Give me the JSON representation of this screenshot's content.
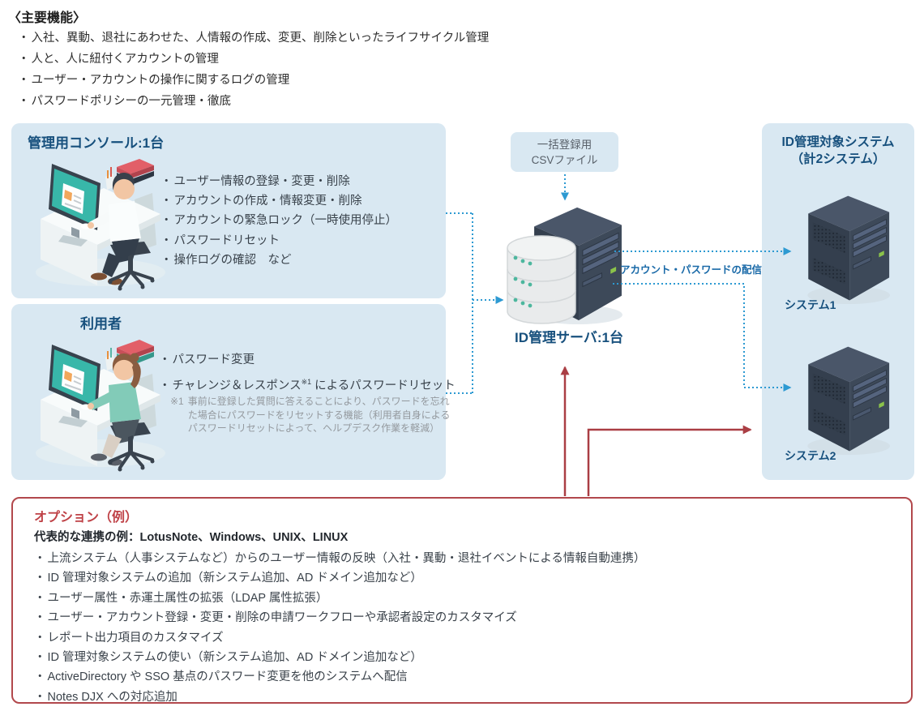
{
  "colors": {
    "panel_bg": "#d9e8f2",
    "navy": "#17507d",
    "arrow_blue": "#2d9ad2",
    "arrow_red": "#aa3e44",
    "option_title_red": "#bf4247",
    "option_border_red": "#b2484c",
    "distribution_label_blue": "#1a6aa8"
  },
  "header": {
    "title": "〈主要機能〉",
    "bullets": [
      "入社、異動、退社にあわせた、人情報の作成、変更、削除といったライフサイクル管理",
      "人と、人に紐付くアカウントの管理",
      "ユーザー・アカウントの操作に関するログの管理",
      "パスワードポリシーの一元管理・徹底"
    ]
  },
  "console_box": {
    "title": "管理用コンソール:1台",
    "bullets": [
      "ユーザー情報の登録・変更・削除",
      "アカウントの作成・情報変更・削除",
      "アカウントの緊急ロック（一時使用停止）",
      "パスワードリセット",
      "操作ログの確認　など"
    ]
  },
  "user_box": {
    "title": "利用者",
    "bullet1": "パスワード変更",
    "bullet2_pre": "チャレンジ＆レスポンス",
    "bullet2_sup": "※1",
    "bullet2_post": "によるパスワードリセット",
    "note_label": "※1",
    "note_text": "事前に登録した質問に答えることにより、パスワードを忘れた場合にパスワードをリセットする機能（利用者自身によるパスワードリセットによって、ヘルプデスク作業を軽減）"
  },
  "csv_box": {
    "line1": "一括登録用",
    "line2": "CSVファイル"
  },
  "id_server": {
    "label": "ID管理サーバ:1台",
    "distribution_label": "アカウント・パスワードの配信"
  },
  "target_box": {
    "title_line1": "ID管理対象システム",
    "title_line2": "（計2システム）",
    "systems": [
      "システム1",
      "システム2"
    ]
  },
  "option_box": {
    "title": "オプション（例）",
    "subtitle": "代表的な連携の例：LotusNote、Windows、UNIX、LINUX",
    "bullets": [
      "上流システム（人事システムなど）からのユーザー情報の反映（入社・異動・退社イベントによる情報自動連携）",
      "ID 管理対象システムの追加（新システム追加、AD ドメイン追加など）",
      "ユーザー属性・赤運土属性の拡張（LDAP 属性拡張）",
      "ユーザー・アカウント登録・変更・削除の申請ワークフローや承認者設定のカスタマイズ",
      "レポート出力項目のカスタマイズ",
      "ID 管理対象システムの使い（新システム追加、AD ドメイン追加など）",
      "ActiveDirectory や SSO 基点のパスワード変更を他のシステムへ配信",
      "Notes DJX への対応追加"
    ]
  }
}
